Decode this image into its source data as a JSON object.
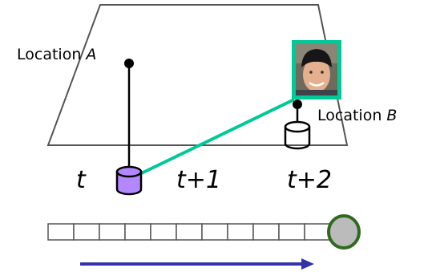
{
  "labels": {
    "location_a_prefix": "Location ",
    "location_a_var": "A",
    "location_b_prefix": "Location ",
    "location_b_var": "B",
    "time_t": "t",
    "time_t1": "t+1",
    "time_t2": "t+2"
  },
  "queue": {
    "cell_count": 11
  },
  "colors": {
    "plane_stroke": "#555555",
    "path_line": "#00c896",
    "photo_frame": "#00c896",
    "cylinder_fill": "#b388ff",
    "cylinder_stroke": "#000000",
    "queue_stroke": "#555555",
    "queue_end_fill": "#bbbbbb",
    "queue_end_stroke": "#2e6b1f",
    "arrow": "#3333aa"
  },
  "icons": {
    "person_photo": "person-photo-icon",
    "current_cylinder": "database-cylinder-icon",
    "future_cylinder": "database-cylinder-outline-icon",
    "direction_arrow": "arrow-right-icon"
  }
}
